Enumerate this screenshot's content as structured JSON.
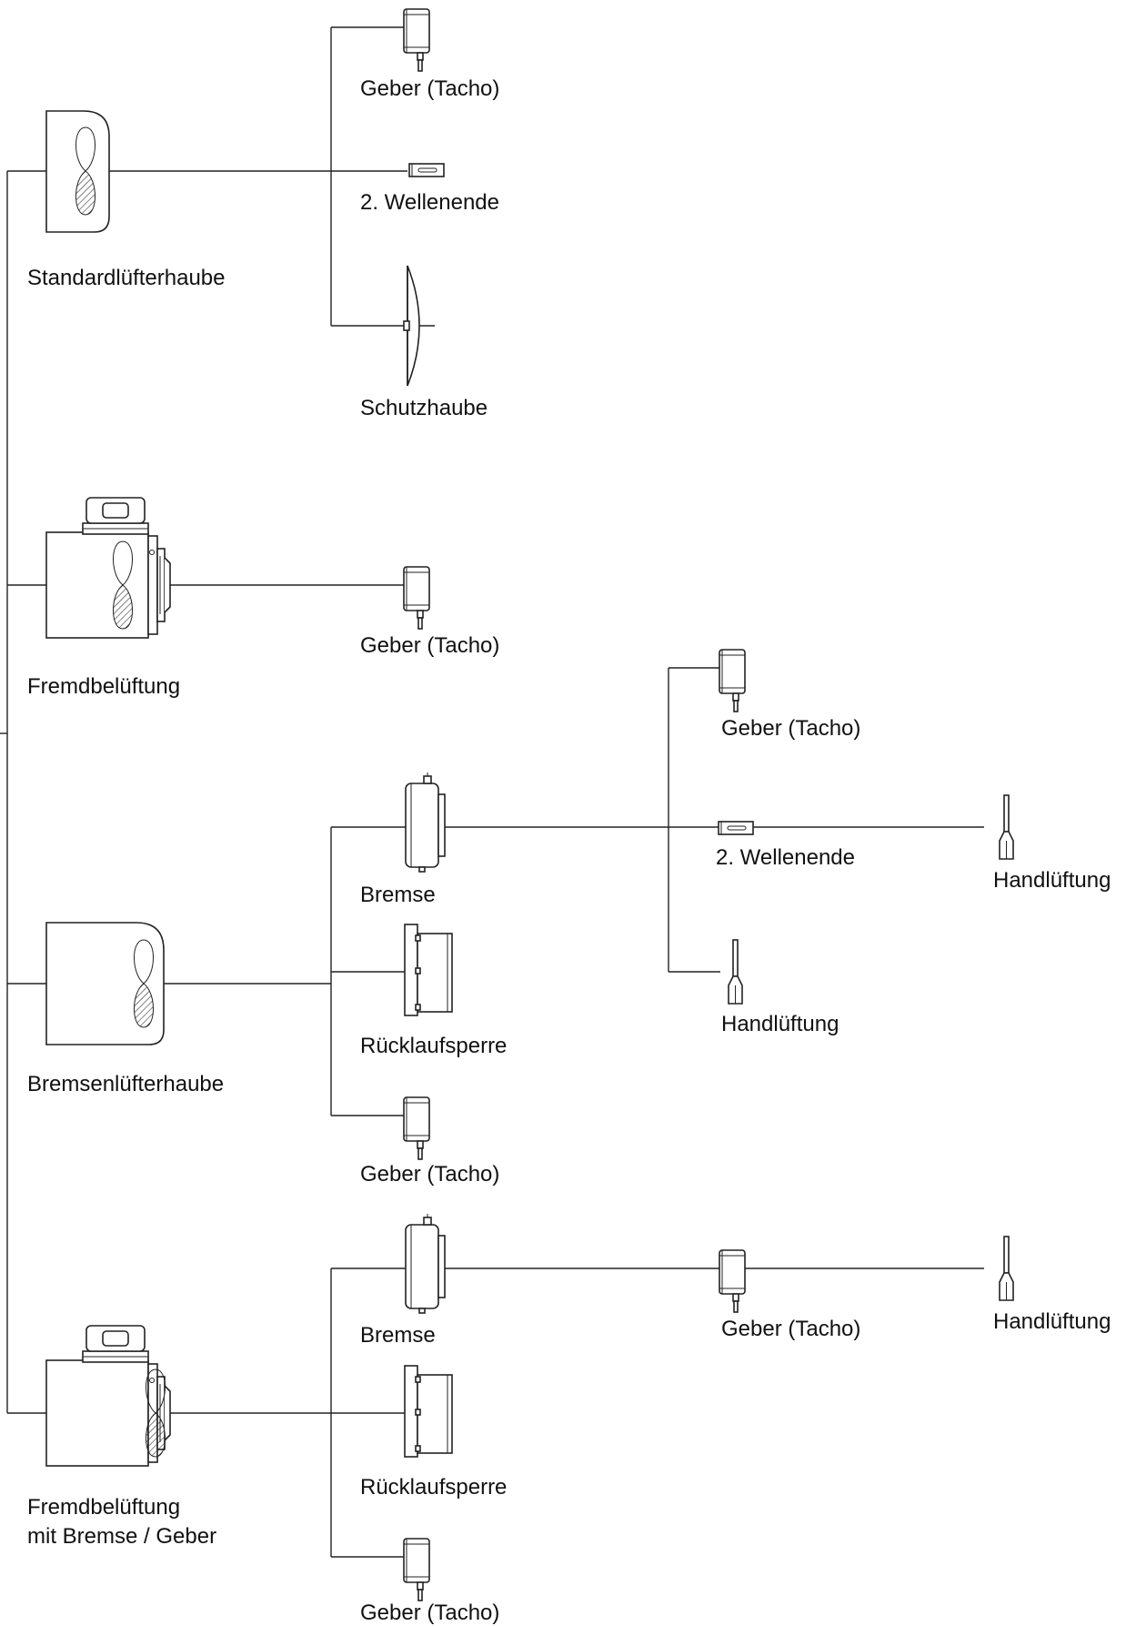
{
  "options": {
    "standard_hood": "Standardlüfterhaube",
    "forced_vent": "Fremdbelüftung",
    "brake_hood": "Bremsenlüfterhaube",
    "forced_vent_brake_line1": "Fremdbelüftung",
    "forced_vent_brake_line2": "mit Bremse / Geber"
  },
  "components": {
    "encoder": "Geber (Tacho)",
    "second_shaft_end": "2. Wellenende",
    "protective_cover": "Schutzhaube",
    "brake": "Bremse",
    "backstop": "Rücklaufsperre",
    "manual_release": "Handlüftung"
  }
}
